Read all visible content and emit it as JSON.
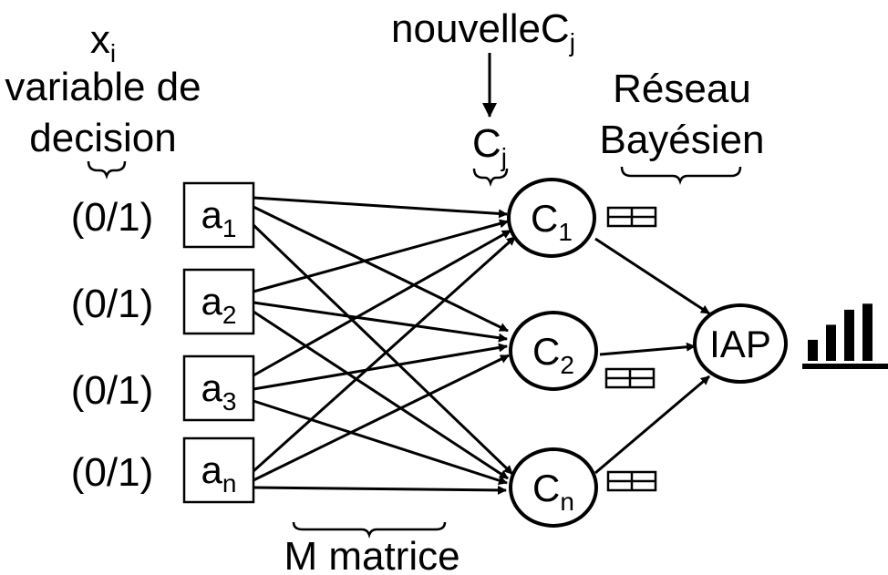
{
  "decision_header": {
    "line1_main": "x",
    "line1_sub": "i",
    "line2": "variable de",
    "line3": "decision"
  },
  "top_label": {
    "main": "nouvelleC",
    "sub": "j"
  },
  "cj_label": {
    "main": "C",
    "sub": "j"
  },
  "bn_header": {
    "line1": "Réseau",
    "line2": "Bayésien"
  },
  "bottom_label": "M matrice",
  "decisions": [
    {
      "value": "(0/1)",
      "main": "a",
      "sub": "1"
    },
    {
      "value": "(0/1)",
      "main": "a",
      "sub": "2"
    },
    {
      "value": "(0/1)",
      "main": "a",
      "sub": "3"
    },
    {
      "value": "(0/1)",
      "main": "a",
      "sub": "n"
    }
  ],
  "concerns": [
    {
      "main": "C",
      "sub": "1"
    },
    {
      "main": "C",
      "sub": "2"
    },
    {
      "main": "C",
      "sub": "n"
    }
  ],
  "output": {
    "label": "IAP"
  },
  "histogram": {
    "bars": [
      0.35,
      0.6,
      0.85,
      0.95
    ]
  }
}
